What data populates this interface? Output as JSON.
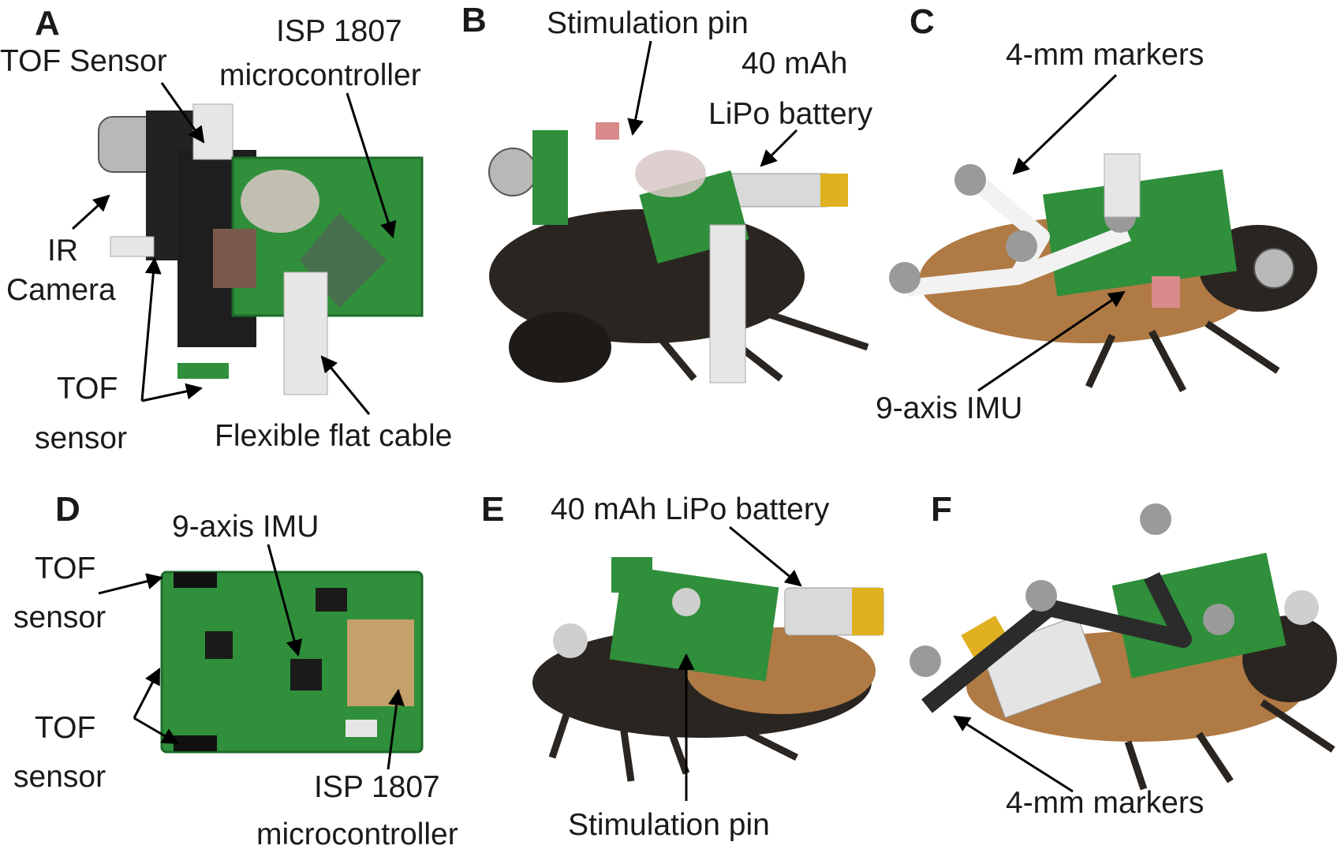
{
  "panels": [
    {
      "id": "A",
      "labels": {
        "tof_sensor_top": "TOF Sensor",
        "isp_line1": "ISP 1807",
        "isp_line2": "microcontroller",
        "ir_line1": "IR",
        "ir_line2": "Camera",
        "tof_line1": "TOF",
        "tof_line2": "sensor",
        "ffc": "Flexible flat cable"
      }
    },
    {
      "id": "B",
      "labels": {
        "stim_pin": "Stimulation pin",
        "battery_line1": "40 mAh",
        "battery_line2": "LiPo battery"
      }
    },
    {
      "id": "C",
      "labels": {
        "markers": "4-mm markers",
        "imu": "9-axis IMU"
      }
    },
    {
      "id": "D",
      "labels": {
        "imu": "9-axis IMU",
        "tof1_line1": "TOF",
        "tof1_line2": "sensor",
        "tof2_line1": "TOF",
        "tof2_line2": "sensor",
        "isp_line1": "ISP 1807",
        "isp_line2": "microcontroller"
      }
    },
    {
      "id": "E",
      "labels": {
        "battery": "40 mAh LiPo battery",
        "stim_pin": "Stimulation pin"
      }
    },
    {
      "id": "F",
      "labels": {
        "markers": "4-mm markers"
      }
    }
  ],
  "colors": {
    "pcb": "#2f8f3a",
    "pcb_dark": "#1f6b2a",
    "insect_body": "#2a2520",
    "insect_shell": "#b07a45",
    "battery_gold": "#e0b020",
    "battery_silver": "#d9d9d9",
    "marker": "#9a9a9a",
    "cable": "#e6e6e6",
    "arrow": "#000000"
  }
}
